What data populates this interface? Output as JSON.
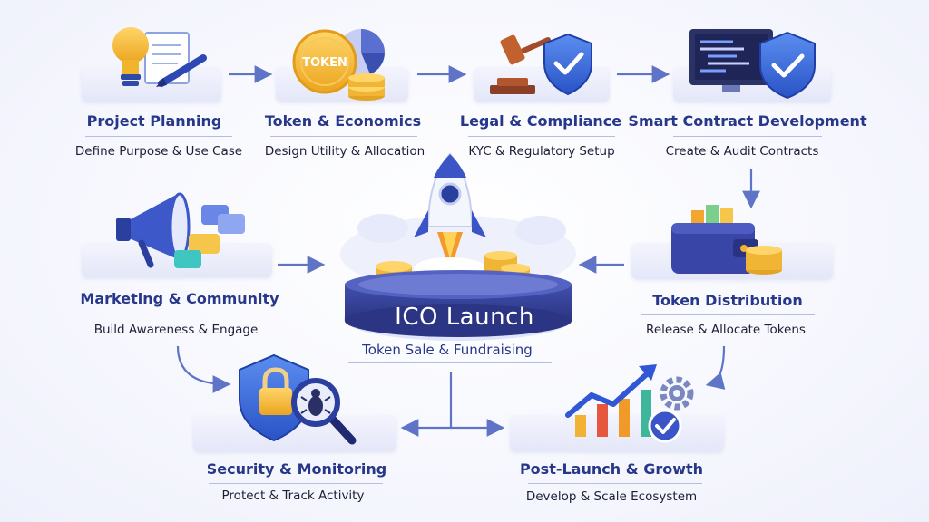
{
  "center": {
    "title": "ICO Launch",
    "subtitle": "Token Sale & Fundraising"
  },
  "steps": [
    {
      "title": "Project Planning",
      "desc": "Define Purpose & Use Case"
    },
    {
      "title": "Token & Economics",
      "desc": "Design Utility & Allocation",
      "icon_text": "TOKEN"
    },
    {
      "title": "Legal & Compliance",
      "desc": "KYC & Regulatory Setup"
    },
    {
      "title": "Smart Contract Development",
      "desc": "Create & Audit Contracts"
    },
    {
      "title": "Token Distribution",
      "desc": "Release & Allocate Tokens"
    },
    {
      "title": "Post-Launch & Growth",
      "desc": "Develop & Scale Ecosystem"
    },
    {
      "title": "Security & Monitoring",
      "desc": "Protect & Track Activity"
    },
    {
      "title": "Marketing & Community",
      "desc": "Build Awareness & Engage"
    }
  ],
  "colors": {
    "title": "#27378a",
    "arrow": "#5f74c6",
    "accent_blue": "#3b63d8",
    "gold": "#f2b233",
    "platform": "#343f97"
  },
  "icons": [
    "lightbulb-icon",
    "document-icon",
    "pen-icon",
    "token-coin-icon",
    "pie-chart-icon",
    "coin-stack-icon",
    "gavel-icon",
    "shield-check-icon",
    "monitor-code-icon",
    "megaphone-icon",
    "chat-bubbles-icon",
    "rocket-icon",
    "wallet-icon",
    "padlock-shield-icon",
    "magnifier-bug-icon",
    "growth-chart-icon",
    "gear-icon"
  ]
}
